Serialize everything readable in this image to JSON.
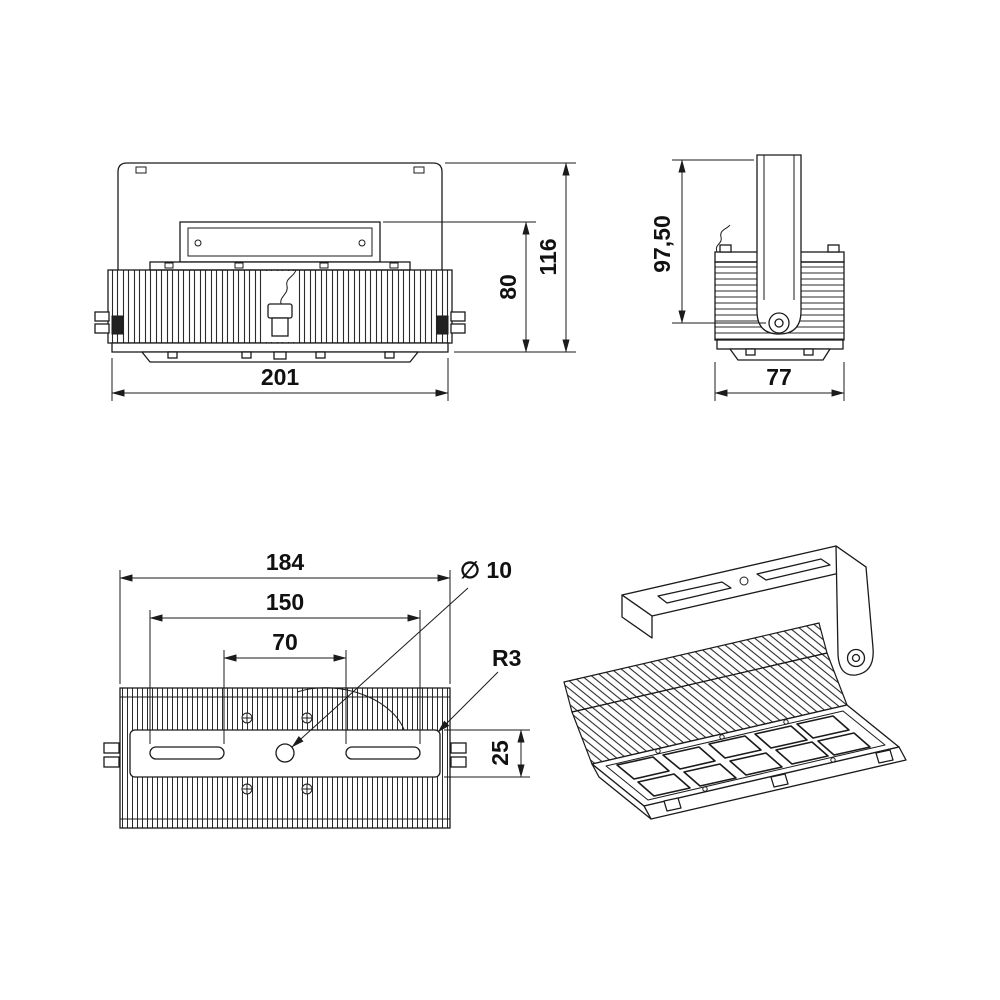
{
  "drawing": {
    "front_view": {
      "width": "201",
      "inner_height": "80",
      "total_height": "116"
    },
    "side_view": {
      "bracket_height": "97,50",
      "width": "77"
    },
    "top_view": {
      "length_overall": "184",
      "mount_slot_span": "150",
      "slot_inner_span": "70",
      "hole_diameter": "∅ 10",
      "corner_radius": "R3",
      "bracket_plate_width": "25"
    }
  },
  "colors": {
    "line": "#1b1b1b",
    "background": "#ffffff"
  }
}
